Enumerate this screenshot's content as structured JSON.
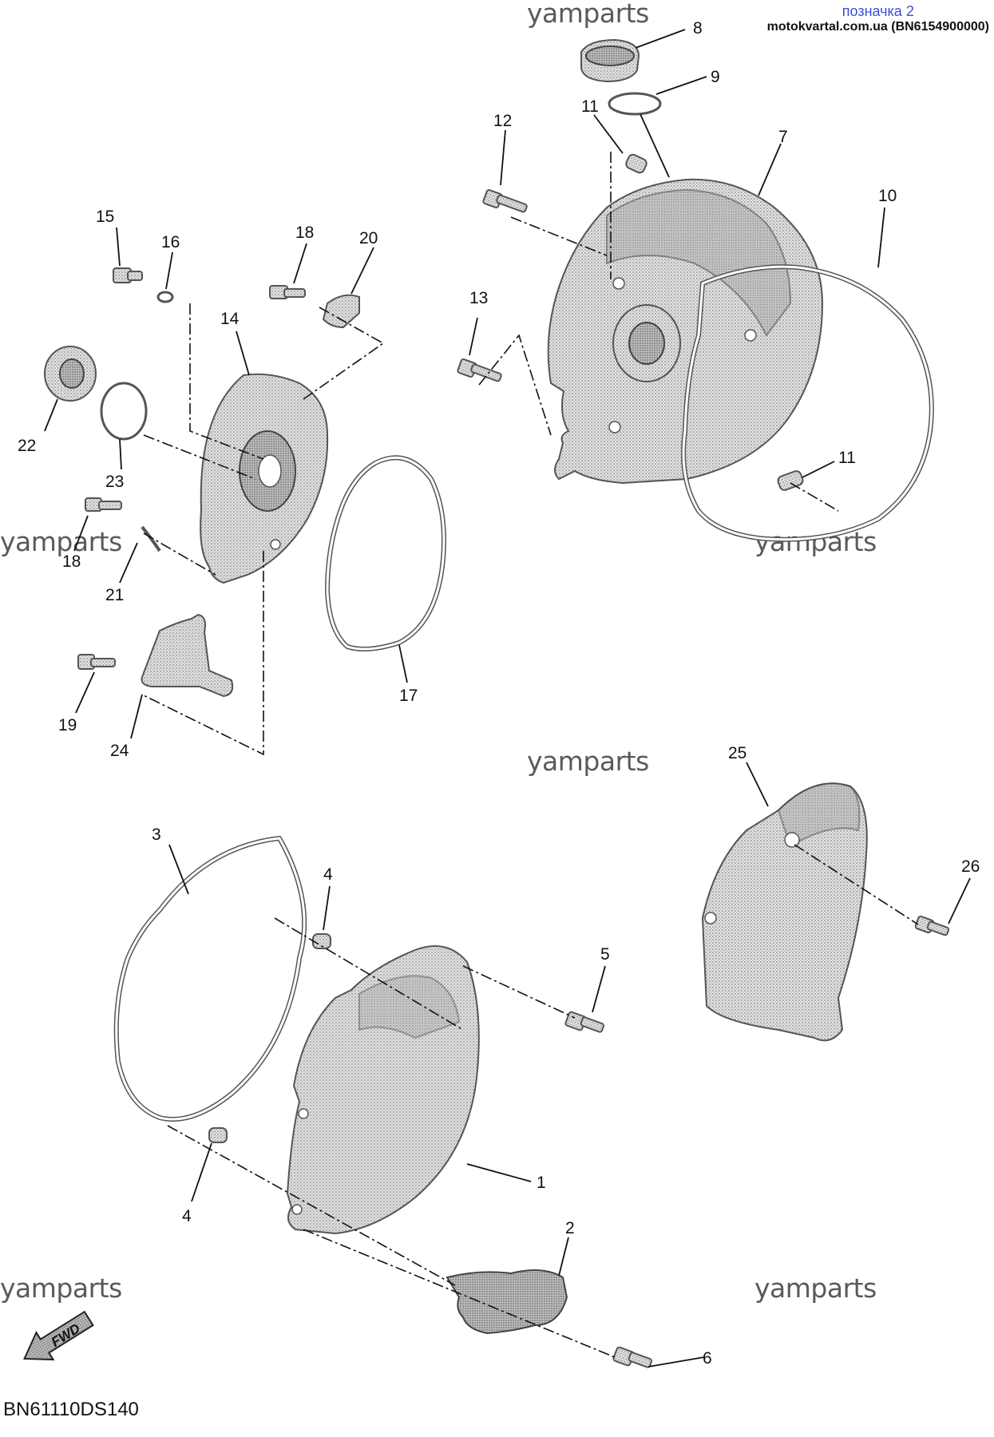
{
  "header": {
    "title": "позначка 2",
    "source": "motokvartal.com.ua (BN6154900000)"
  },
  "watermark": "yamparts",
  "diagram_code": "BN61110DS140",
  "fwd_label": "FWD",
  "callouts": {
    "c1": "1",
    "c2": "2",
    "c3": "3",
    "c4a": "4",
    "c4b": "4",
    "c5": "5",
    "c6": "6",
    "c7": "7",
    "c8": "8",
    "c9": "9",
    "c10": "10",
    "c11a": "11",
    "c11b": "11",
    "c12": "12",
    "c13": "13",
    "c14": "14",
    "c15": "15",
    "c16": "16",
    "c17": "17",
    "c18a": "18",
    "c18b": "18",
    "c19": "19",
    "c20": "20",
    "c21": "21",
    "c22": "22",
    "c23": "23",
    "c24": "24",
    "c25": "25",
    "c26": "26"
  },
  "colors": {
    "part_fill": "#c8c8c8",
    "part_stroke": "#555555",
    "header_blue": "#3a4fd6"
  }
}
